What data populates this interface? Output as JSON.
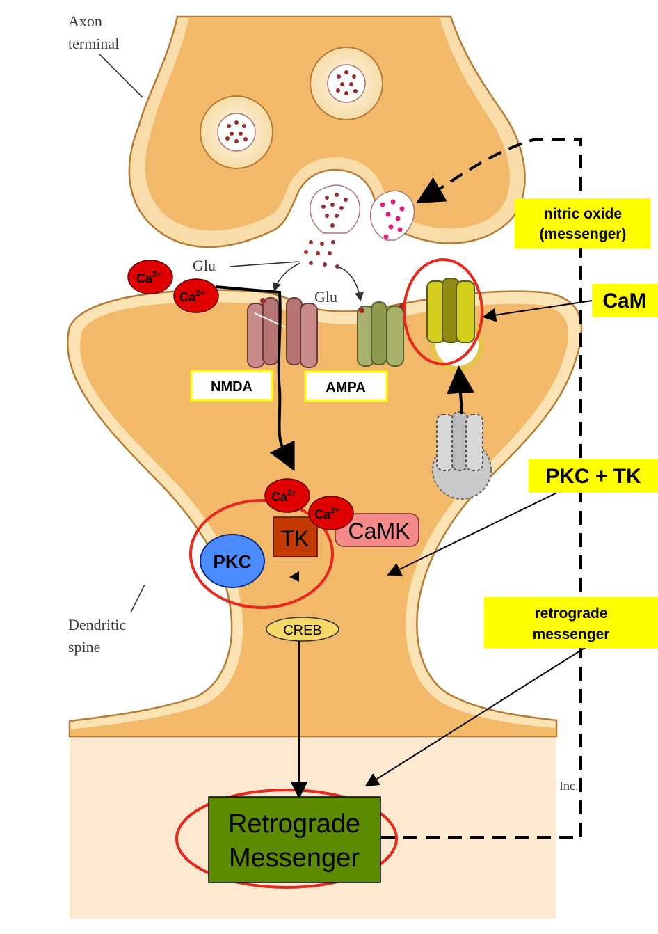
{
  "labels": {
    "axon_terminal_1": "Axon",
    "axon_terminal_2": "terminal",
    "dendritic_spine_1": "Dendritic",
    "dendritic_spine_2": "spine",
    "glu_1": "Glu",
    "glu_2": "Glu",
    "inc": "Inc.",
    "ca_base": "Ca",
    "ca_sup": "2+",
    "nmda": "NMDA",
    "ampa": "AMPA",
    "tk": "TK",
    "camk": "CaMK",
    "pkc": "PKC",
    "creb": "CREB",
    "retrograde_box_1": "Retrograde",
    "retrograde_box_2": "Messenger"
  },
  "callouts": {
    "nitric_oxide_1": "nitric oxide",
    "nitric_oxide_2": "(messenger)",
    "cam": "CaM",
    "pkc_tk": "PKC + TK",
    "retrograde_1": "retrograde",
    "retrograde_2": "messenger"
  },
  "colors": {
    "cytoplasm": "#f2b96b",
    "membrane": "#fbe3b4",
    "outline": "#b77b33",
    "calcium": "#e00000",
    "highlight": "#ffff00",
    "circle": "#e8281c",
    "retrograde_box": "#5c8a00",
    "tk_box": "#c23a00",
    "pkc": "#4a8cff",
    "camk": "#f58a8a"
  }
}
